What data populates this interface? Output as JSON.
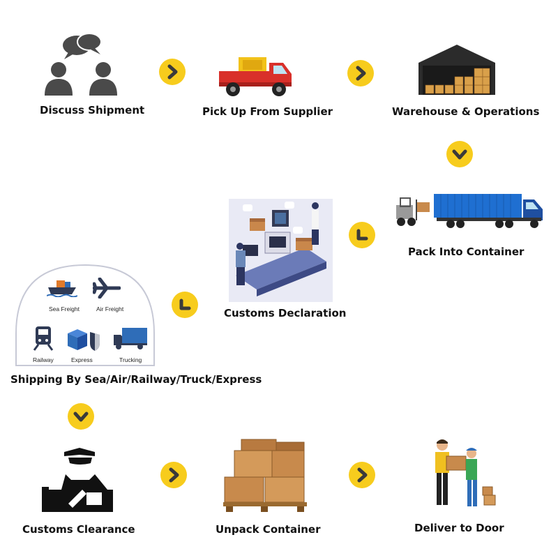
{
  "steps": {
    "discuss": "Discuss Shipment",
    "pickup": "Pick Up From Supplier",
    "warehouse": "Warehouse & Operations",
    "pack": "Pack Into Container",
    "customs_decl": "Customs Declaration",
    "shipping": "Shipping By Sea/Air/Railway/Truck/Express",
    "customs_clear": "Customs Clearance",
    "unpack": "Unpack Container",
    "deliver": "Deliver to Door"
  },
  "modes": {
    "sea": "Sea Freight",
    "air": "Air Freight",
    "rail": "Railway",
    "express": "Express",
    "truck": "Trucking"
  },
  "colors": {
    "arrow": "#f7cc1d",
    "arrow_glyph": "#3a3a3a",
    "icon_gray": "#4a4a4a",
    "truck_red": "#d9302a",
    "container_blue": "#1f6fd1",
    "box_brown": "#c88a4c"
  }
}
